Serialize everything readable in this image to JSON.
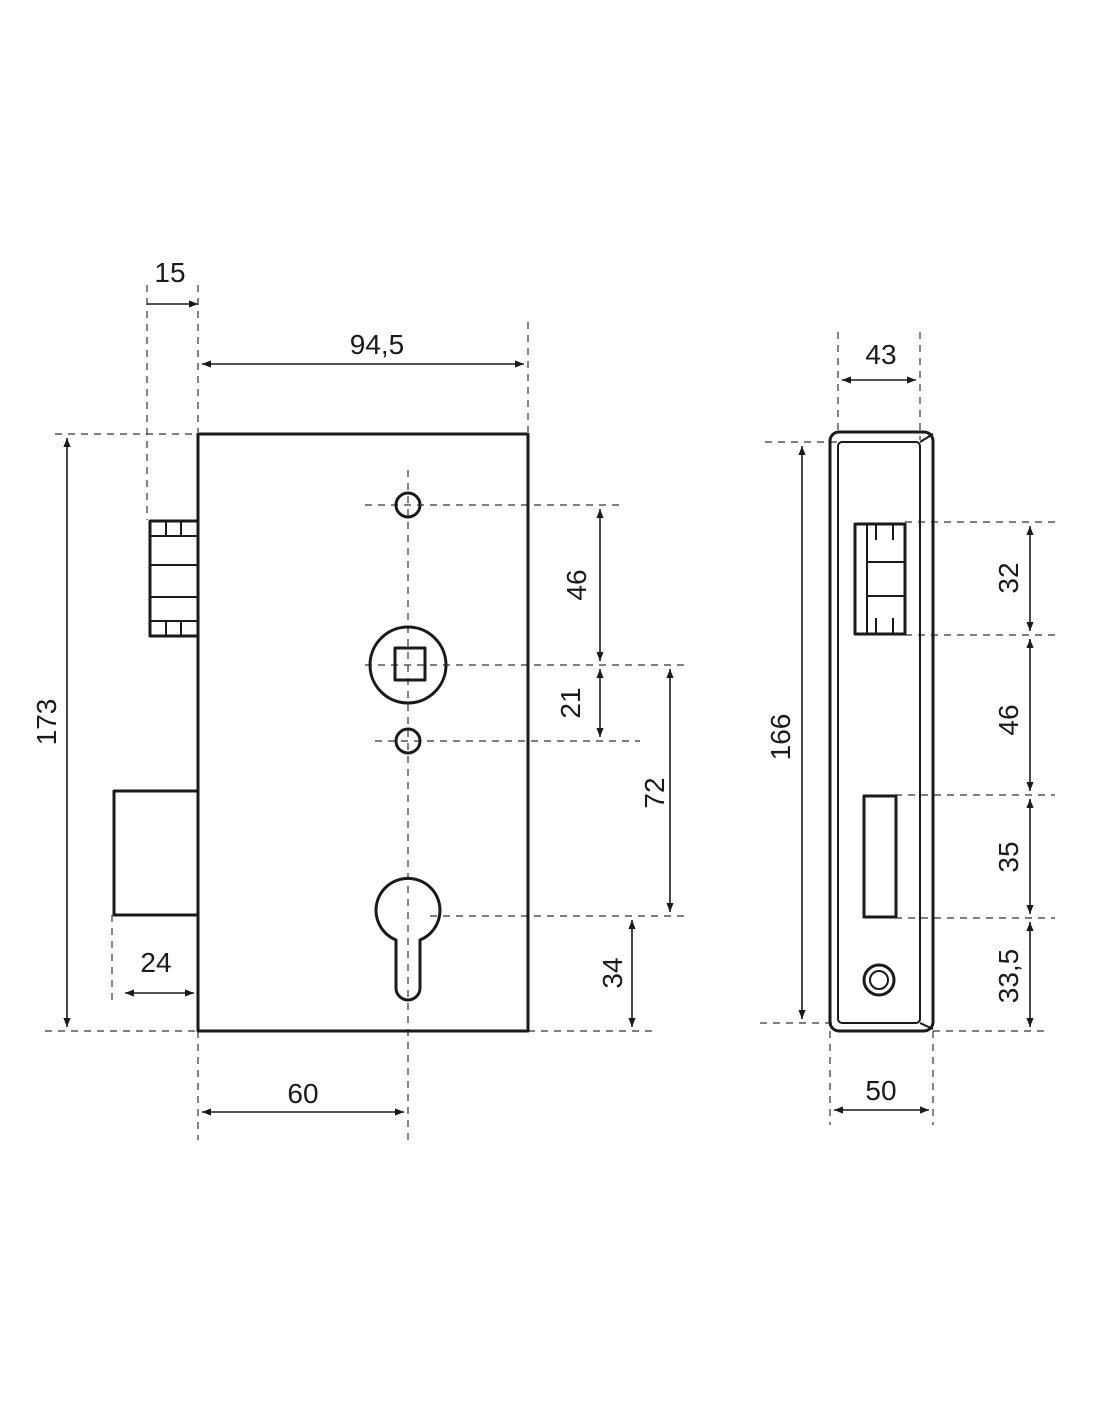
{
  "front_view": {
    "dim_forend_offset": "15",
    "dim_case_width": "94,5",
    "dim_case_height": "173",
    "dim_handle_to_top_screw": "46",
    "dim_handle_to_lower_screw": "21",
    "dim_handle_to_cylinder": "72",
    "dim_cylinder_to_bottom": "34",
    "dim_bolt_throw": "24",
    "dim_backset": "60"
  },
  "side_view": {
    "dim_faceplate_width": "43",
    "dim_faceplate_height": "166",
    "dim_latch_height": "32",
    "dim_latch_to_bolt": "46",
    "dim_bolt_opening": "35",
    "dim_bolt_to_bottom": "33,5",
    "dim_case_depth": "50"
  }
}
